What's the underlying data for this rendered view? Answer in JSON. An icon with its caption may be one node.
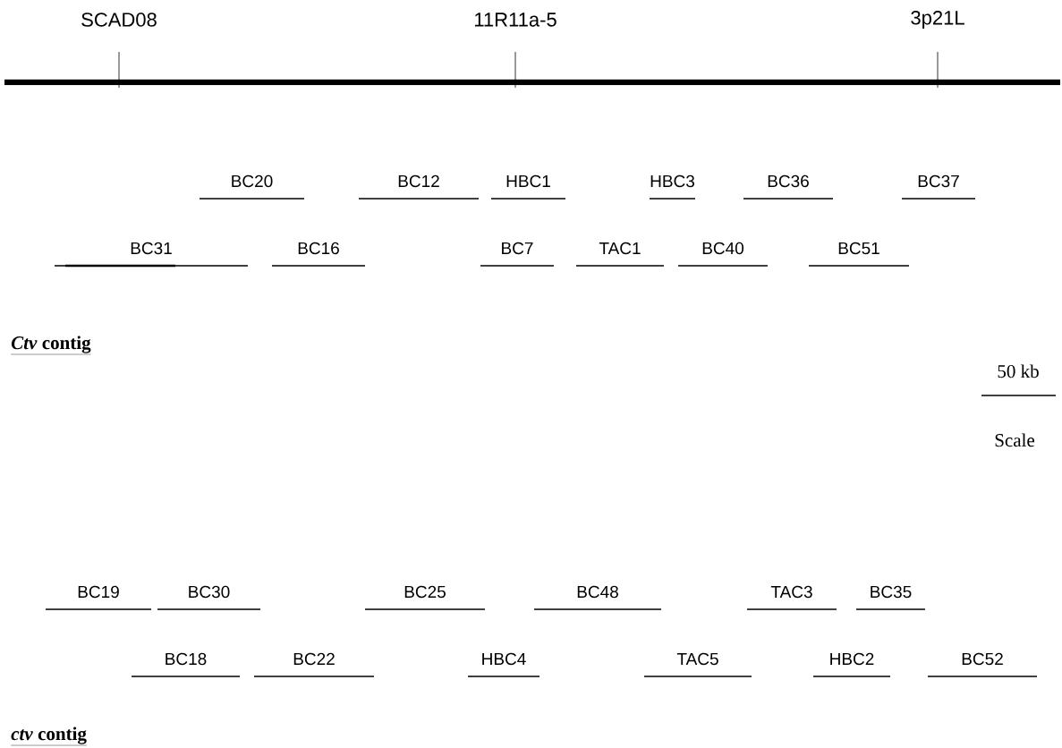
{
  "diagram": {
    "nodes": [
      {
        "text": [
          "BC20"
        ]
      },
      {
        "text": [
          "BC12"
        ]
      },
      {
        "text": [
          "HBC1"
        ]
      },
      {
        "text": [
          "HBC3"
        ]
      },
      {
        "text": [
          "BC36"
        ]
      },
      {
        "text": [
          "BC37"
        ]
      },
      {
        "text": [
          "BC31"
        ]
      },
      {
        "text": [
          "BC16"
        ]
      },
      {
        "text": [
          "BC7"
        ]
      },
      {
        "text": [
          "TAC1"
        ]
      },
      {
        "text": [
          "BC40"
        ]
      },
      {
        "text": [
          "BC51"
        ]
      },
      {
        "text": [
          "BC19"
        ]
      },
      {
        "text": [
          "BC30"
        ]
      },
      {
        "text": [
          "BC25"
        ]
      },
      {
        "text": [
          "BC48"
        ]
      },
      {
        "text": [
          "TAC3"
        ]
      },
      {
        "text": [
          "BC35"
        ]
      },
      {
        "text": [
          "BC18"
        ]
      },
      {
        "text": [
          "BC22"
        ]
      },
      {
        "text": [
          "HBC4"
        ]
      },
      {
        "text": [
          "TAC5"
        ]
      },
      {
        "text": [
          "HBC2"
        ]
      },
      {
        "text": [
          "BC52"
        ]
      }
    ],
    "labels": [
      "SCAD08",
      "11R11a-5",
      "3p21L",
      "*Ctv* contig",
      "50 kb",
      "Scale",
      "*ctv* contig"
    ]
  }
}
